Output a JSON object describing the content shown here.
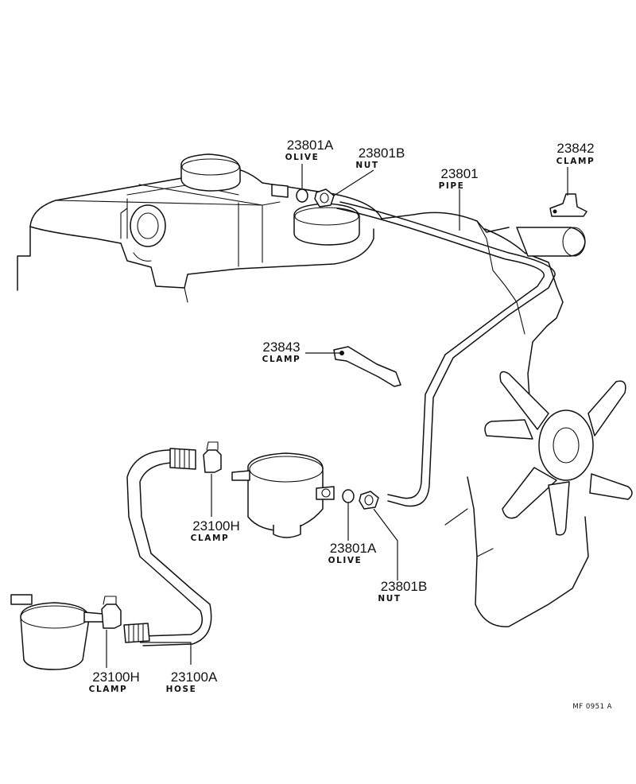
{
  "diagram": {
    "ref_code": "MF 0951 A",
    "callouts": [
      {
        "id": "olive-top",
        "code": "23801A",
        "name": "OLIVE"
      },
      {
        "id": "nut-top",
        "code": "23801B",
        "name": "NUT"
      },
      {
        "id": "pipe",
        "code": "23801",
        "name": "PIPE"
      },
      {
        "id": "clamp-23842",
        "code": "23842",
        "name": "CLAMP"
      },
      {
        "id": "clamp-23843",
        "code": "23843",
        "name": "CLAMP"
      },
      {
        "id": "clamp-pump",
        "code": "23100H",
        "name": "CLAMP"
      },
      {
        "id": "olive-bottom",
        "code": "23801A",
        "name": "OLIVE"
      },
      {
        "id": "nut-bottom",
        "code": "23801B",
        "name": "NUT"
      },
      {
        "id": "clamp-filter",
        "code": "23100H",
        "name": "CLAMP"
      },
      {
        "id": "hose",
        "code": "23100A",
        "name": "HOSE"
      }
    ]
  }
}
